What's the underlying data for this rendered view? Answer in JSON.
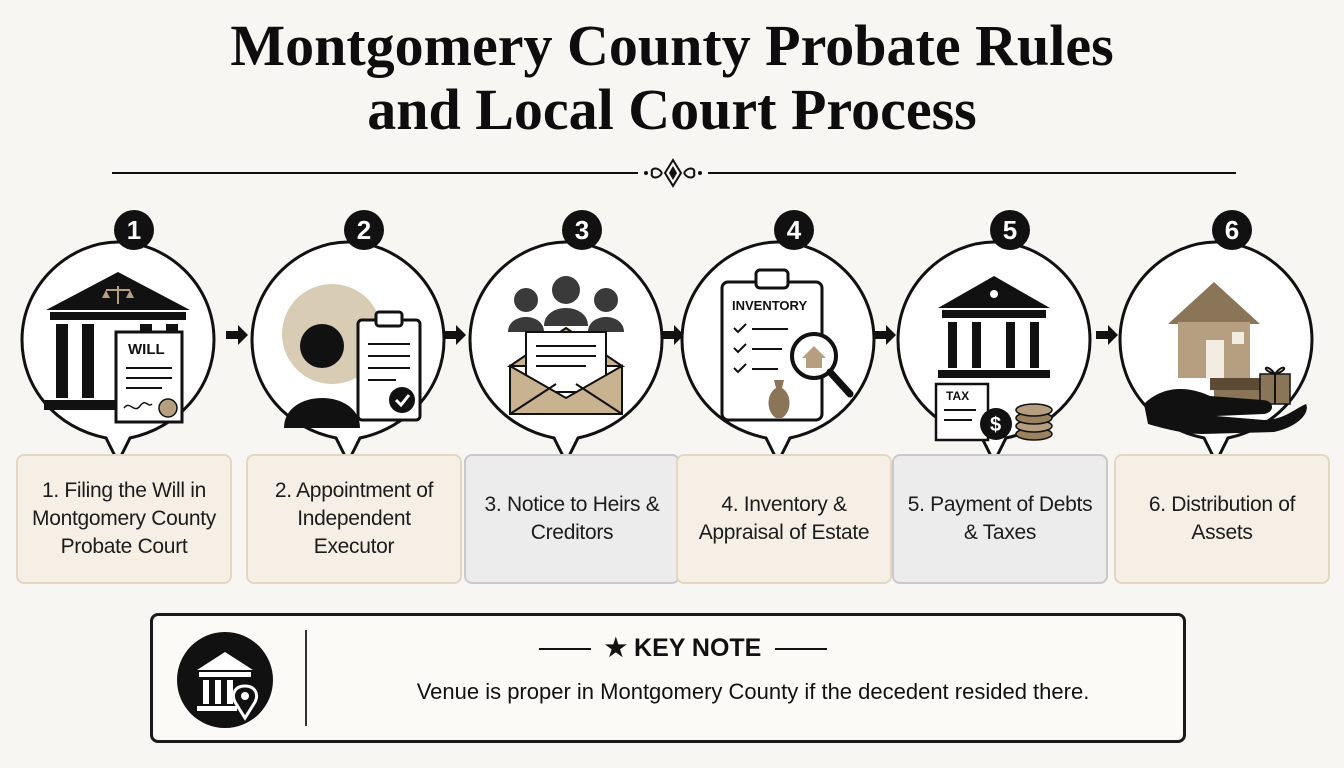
{
  "title": {
    "line1": "Montgomery County Probate Rules",
    "line2": "and Local Court Process"
  },
  "steps": [
    {
      "number": "1",
      "label": "1. Filing the Will in Montgomery County Probate Court",
      "icon": "courthouse-will-icon",
      "doc_text": "WILL"
    },
    {
      "number": "2",
      "label": "2. Appointment of Independent Executor",
      "icon": "executor-clipboard-icon"
    },
    {
      "number": "3",
      "label": "3. Notice to Heirs & Creditors",
      "icon": "heirs-envelope-icon"
    },
    {
      "number": "4",
      "label": "4. Inventory & Appraisal of Estate",
      "icon": "inventory-clipboard-icon",
      "doc_text": "INVENTORY"
    },
    {
      "number": "5",
      "label": "5. Payment of Debts & Taxes",
      "icon": "bank-tax-icon",
      "doc_text": "TAX"
    },
    {
      "number": "6",
      "label": "6. Distribution of Assets",
      "icon": "hand-house-icon"
    }
  ],
  "note": {
    "heading": "KEY NOTE",
    "text": "Venue is proper in Montgomery County if the decedent resided there."
  },
  "colors": {
    "ink": "#111111",
    "tan": "#b59f80",
    "beige_fill": "#f5efe5",
    "grey_fill": "#ececec"
  }
}
